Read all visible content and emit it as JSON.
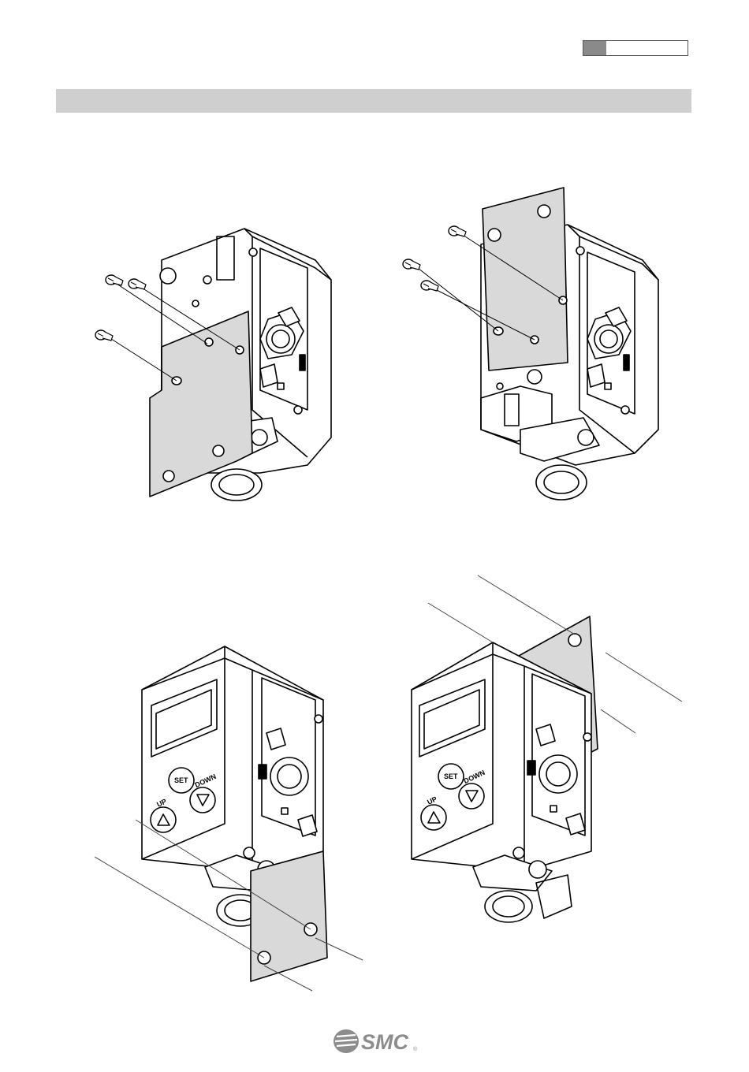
{
  "header": {
    "section_tab": ""
  },
  "banner": {
    "title": ""
  },
  "figures": [
    {
      "id": "fig-1",
      "device_buttons": []
    },
    {
      "id": "fig-2",
      "device_buttons": []
    },
    {
      "id": "fig-3",
      "device_buttons": [
        "SET",
        "DOWN",
        "UP"
      ]
    },
    {
      "id": "fig-4",
      "device_buttons": [
        "SET",
        "DOWN",
        "UP"
      ]
    }
  ],
  "labels": {
    "set": "SET",
    "down": "DOWN",
    "up": "UP"
  },
  "footer": {
    "logo_text": "SMC",
    "logo_mark": "®"
  },
  "colors": {
    "line": "#000000",
    "plate": "#d9d9d9",
    "banner": "#cfcfcf",
    "tab_fill": "#8a8a8a"
  }
}
